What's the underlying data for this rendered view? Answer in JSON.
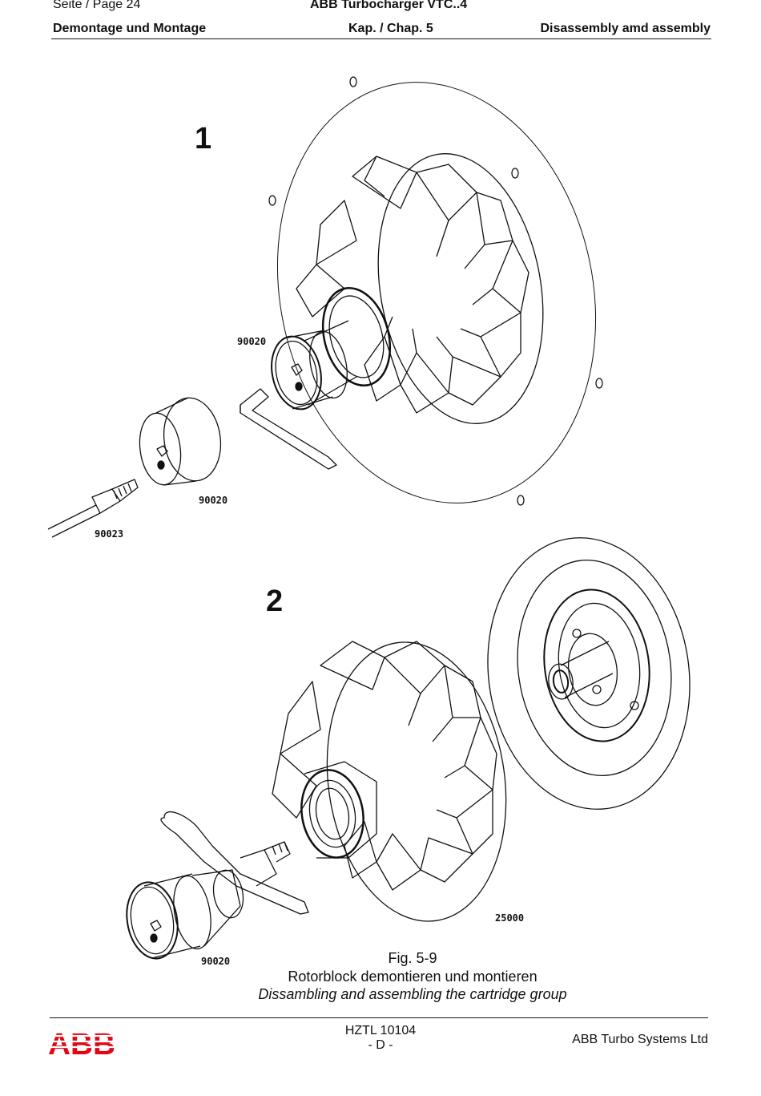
{
  "header": {
    "page": "Seite / Page  24",
    "product": "ABB Turbocharger VTC..4",
    "section_de": "Demontage und Montage",
    "chapter": "Kap. / Chap. 5",
    "section_en": "Disassembly amd assembly"
  },
  "figure": {
    "step1": "1",
    "step2": "2",
    "parts": {
      "p1": "90020",
      "p2": "90020",
      "p3": "90023",
      "p4": "25000",
      "p5": "90020"
    },
    "caption_title": "Fig. 5-9",
    "caption_de": "Rotorblock demontieren und montieren",
    "caption_en": "Dissambling and assembling the cartridge group"
  },
  "footer": {
    "logo_text": "ABB",
    "doc_no": "HZTL 10104",
    "doc_lang": "- D -",
    "company": "ABB Turbo Systems Ltd"
  },
  "colors": {
    "logo_red": "#e30613",
    "ink": "#111111"
  }
}
